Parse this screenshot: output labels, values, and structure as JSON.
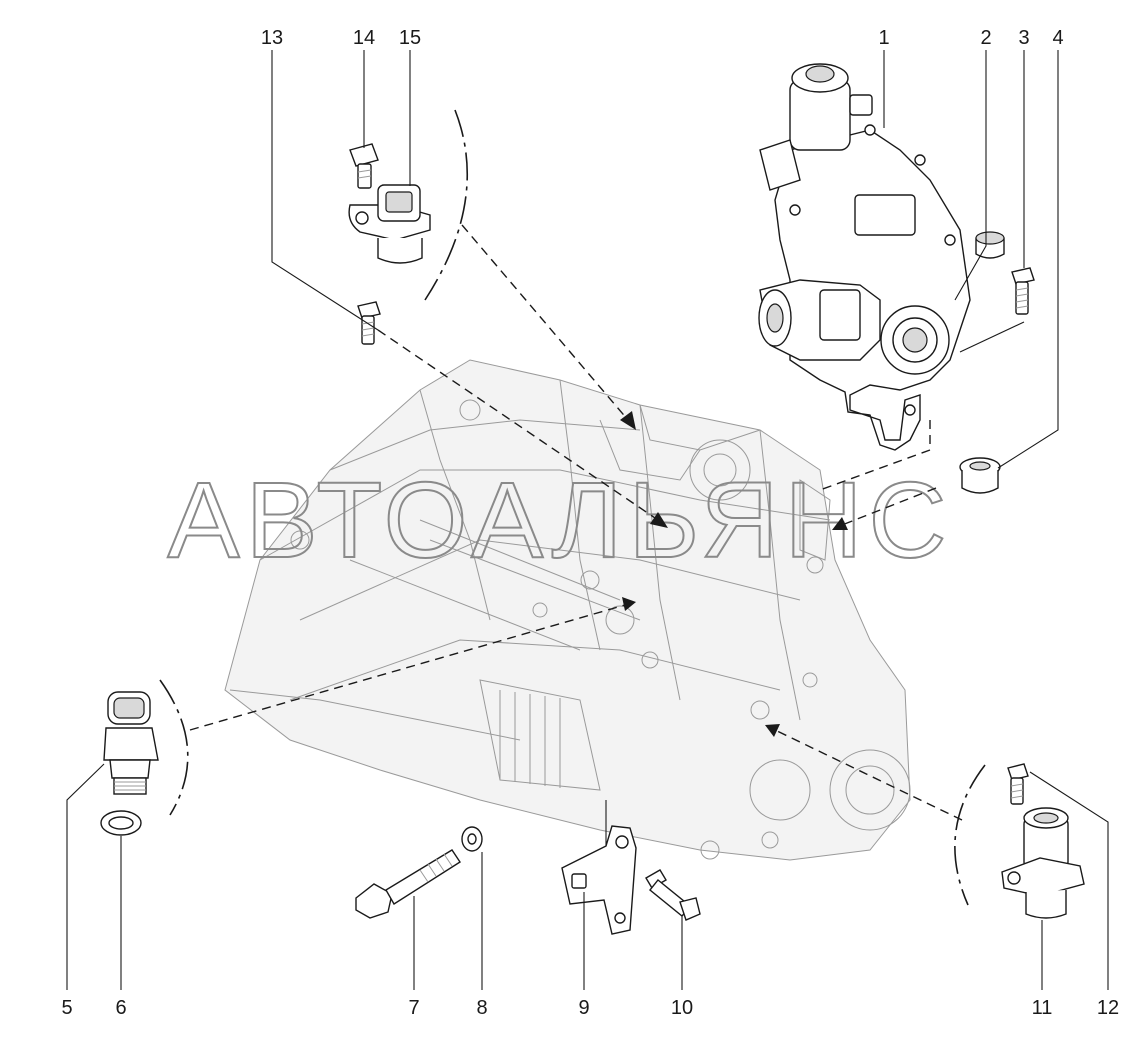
{
  "watermark": "АВТОАЛЬЯНС",
  "callouts": {
    "c1": "1",
    "c2": "2",
    "c3": "3",
    "c4": "4",
    "c5": "5",
    "c6": "6",
    "c7": "7",
    "c8": "8",
    "c9": "9",
    "c10": "10",
    "c11": "11",
    "c12": "12",
    "c13": "13",
    "c14": "14",
    "c15": "15"
  },
  "colors": {
    "line": "#1a1a1a",
    "ghost": "#9a9a9a",
    "background": "#ffffff"
  }
}
